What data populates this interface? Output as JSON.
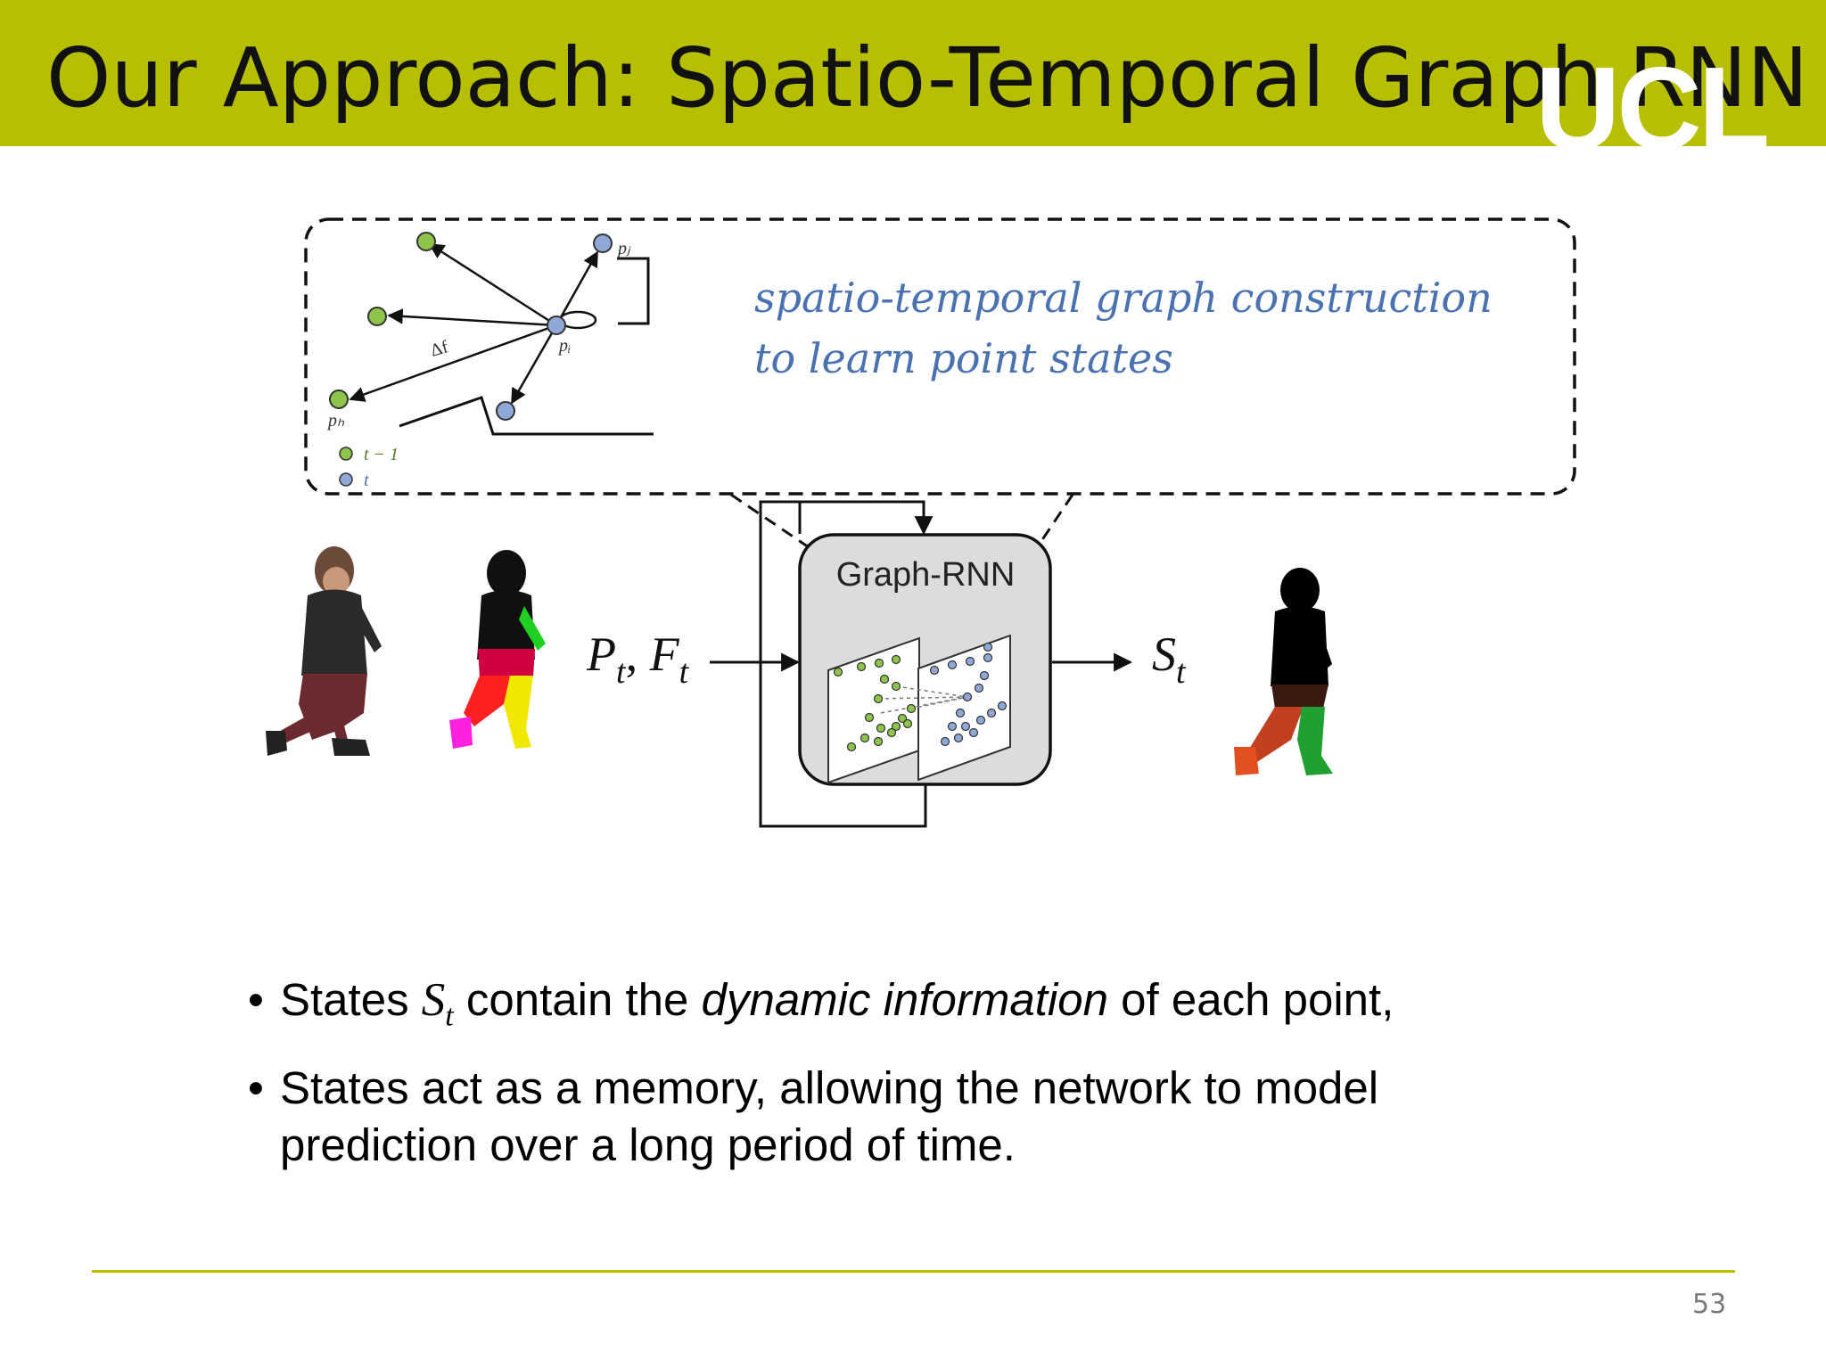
{
  "slide": {
    "title": "Our Approach: Spatio-Temporal Graph RNN",
    "logo_text": "UCL",
    "page_number": "53"
  },
  "callout": {
    "line1": "spatio-temporal graph construction",
    "line2": "to learn point states"
  },
  "graph_inset": {
    "label_pj": "pⱼ",
    "label_pi": "pᵢ",
    "label_ph": "pₕ",
    "label_df": "Δf",
    "legend_prev": "t − 1",
    "legend_curr": "t"
  },
  "diagram": {
    "block_label": "Graph-RNN",
    "input_P": "P",
    "input_sub": "t",
    "input_sep": ", ",
    "input_F": "F",
    "output_S": "S",
    "output_sub": "t"
  },
  "bullets": {
    "b1_pre": "States ",
    "b1_var": "S",
    "b1_sub": "t",
    "b1_mid": " contain the ",
    "b1_em": "dynamic information",
    "b1_post": " of each point,",
    "b2": "States act as a memory, allowing the network to model prediction over a long period of time."
  },
  "colors": {
    "accent": "#b6bf00",
    "callout_text": "#4a72b0",
    "node_green": "#8dc44a",
    "node_blue": "#8fa8d8"
  }
}
